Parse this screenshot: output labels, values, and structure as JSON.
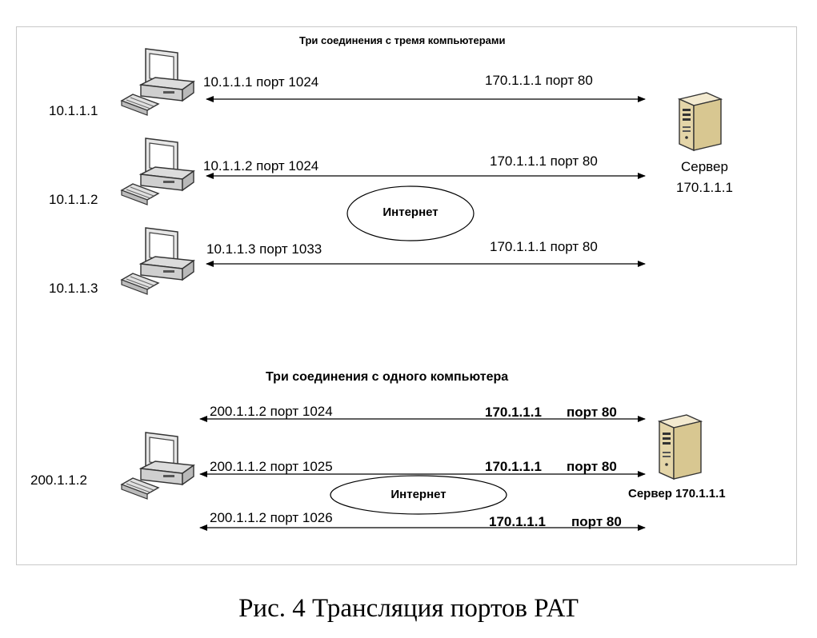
{
  "top": {
    "title": "Три соединения с тремя компьютерами",
    "computers": [
      {
        "ip": "10.1.1.1"
      },
      {
        "ip": "10.1.1.2"
      },
      {
        "ip": "10.1.1.3"
      }
    ],
    "connections": [
      {
        "left": "10.1.1.1  порт 1024",
        "right": "170.1.1.1   порт 80"
      },
      {
        "left": "10.1.1.2  порт 1024",
        "right": "170.1.1.1   порт 80"
      },
      {
        "left": "10.1.1.3   порт 1033",
        "right": "170.1.1.1   порт 80"
      }
    ],
    "cloud": "Интернет",
    "server": {
      "name": "Сервер",
      "ip": "170.1.1.1"
    }
  },
  "bottom": {
    "title": "Три соединения с одного компьютера",
    "computer_ip": "200.1.1.2",
    "connections": [
      {
        "left": "200.1.1.2   порт  1024",
        "right_ip": "170.1.1.1",
        "right_port": "порт 80"
      },
      {
        "left": "200.1.1.2   порт  1025",
        "right_ip": "170.1.1.1",
        "right_port": "порт 80"
      },
      {
        "left": "200.1.1.2   порт  1026",
        "right_ip": "170.1.1.1",
        "right_port": "порт 80"
      }
    ],
    "cloud": "Интернет",
    "server": "Сервер 170.1.1.1"
  },
  "caption": "Рис. 4 Трансляция портов PAT",
  "colors": {
    "line": "#000000",
    "frame": "#c8c8c8",
    "server_body": "#e9dcb6",
    "monitor": "#d9d9d9"
  },
  "icons": [
    "desktop-computer-icon",
    "tower-server-icon"
  ]
}
